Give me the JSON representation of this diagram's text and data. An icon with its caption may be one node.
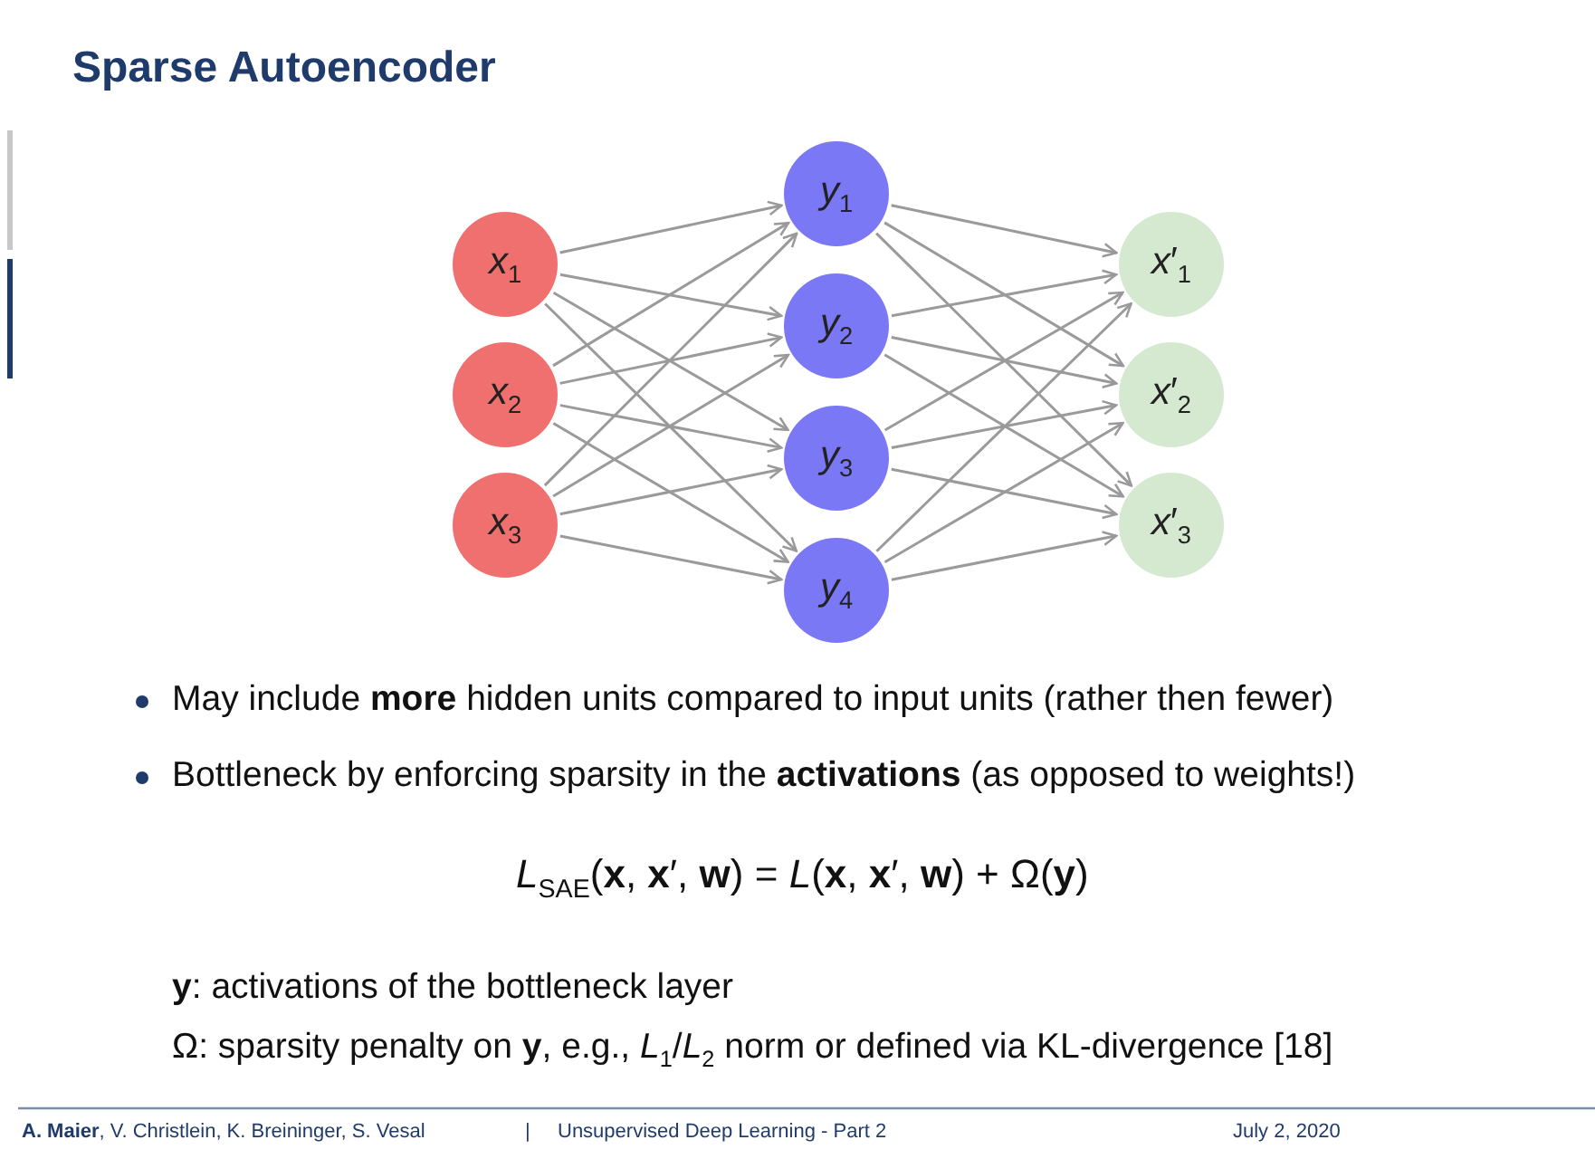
{
  "diagram": {
    "title": "Sparse Autoencoder",
    "nodes": [
      {
        "text": [
          "*x*$_{1}$"
        ]
      },
      {
        "text": [
          "*x*$_{2}$"
        ]
      },
      {
        "text": [
          "*x*$_{3}$"
        ]
      },
      {
        "text": [
          "*y*$_{1}$"
        ]
      },
      {
        "text": [
          "*y*$_{2}$"
        ]
      },
      {
        "text": [
          "*y*$_{3}$"
        ]
      },
      {
        "text": [
          "*y*$_{4}$"
        ]
      },
      {
        "text": [
          "*x*′$_{1}$"
        ]
      },
      {
        "text": [
          "*x*′$_{2}$"
        ]
      },
      {
        "text": [
          "*x*′$_{3}$"
        ]
      }
    ],
    "edges": [
      {
        "from": 0,
        "to": 3,
        "arrow": "to"
      },
      {
        "from": 0,
        "to": 4,
        "arrow": "to"
      },
      {
        "from": 0,
        "to": 5,
        "arrow": "to"
      },
      {
        "from": 0,
        "to": 6,
        "arrow": "to"
      },
      {
        "from": 1,
        "to": 3,
        "arrow": "to"
      },
      {
        "from": 1,
        "to": 4,
        "arrow": "to"
      },
      {
        "from": 1,
        "to": 5,
        "arrow": "to"
      },
      {
        "from": 1,
        "to": 6,
        "arrow": "to"
      },
      {
        "from": 2,
        "to": 3,
        "arrow": "to"
      },
      {
        "from": 2,
        "to": 4,
        "arrow": "to"
      },
      {
        "from": 2,
        "to": 5,
        "arrow": "to"
      },
      {
        "from": 2,
        "to": 6,
        "arrow": "to"
      },
      {
        "from": 3,
        "to": 7,
        "arrow": "to"
      },
      {
        "from": 3,
        "to": 8,
        "arrow": "to"
      },
      {
        "from": 3,
        "to": 9,
        "arrow": "to"
      },
      {
        "from": 4,
        "to": 7,
        "arrow": "to"
      },
      {
        "from": 4,
        "to": 8,
        "arrow": "to"
      },
      {
        "from": 4,
        "to": 9,
        "arrow": "to"
      },
      {
        "from": 5,
        "to": 7,
        "arrow": "to"
      },
      {
        "from": 5,
        "to": 8,
        "arrow": "to"
      },
      {
        "from": 5,
        "to": 9,
        "arrow": "to"
      },
      {
        "from": 6,
        "to": 7,
        "arrow": "to"
      },
      {
        "from": 6,
        "to": 8,
        "arrow": "to"
      },
      {
        "from": 6,
        "to": 9,
        "arrow": "to"
      }
    ],
    "labels": [
      "May include **more** hidden units compared to input units (rather then fewer)",
      "Bottleneck by enforcing sparsity in the **activations** (as opposed to weights!)",
      "*L*$_{SAE}$(**x**, **x**′, **w**) = *L*(**x**, **x**′, **w**) + Ω(**y**)",
      "**y**: activations of the bottleneck layer",
      "Ω: sparsity penalty on **y**, e.g., *L*$_{1}$/*L*$_{2}$ norm or defined via KL-divergence [18]",
      "**A. Maier**, V. Christlein, K. Breininger, S. Vesal",
      "|",
      "Unsupervised Deep Learning - Part 2",
      "July 2, 2020"
    ]
  }
}
